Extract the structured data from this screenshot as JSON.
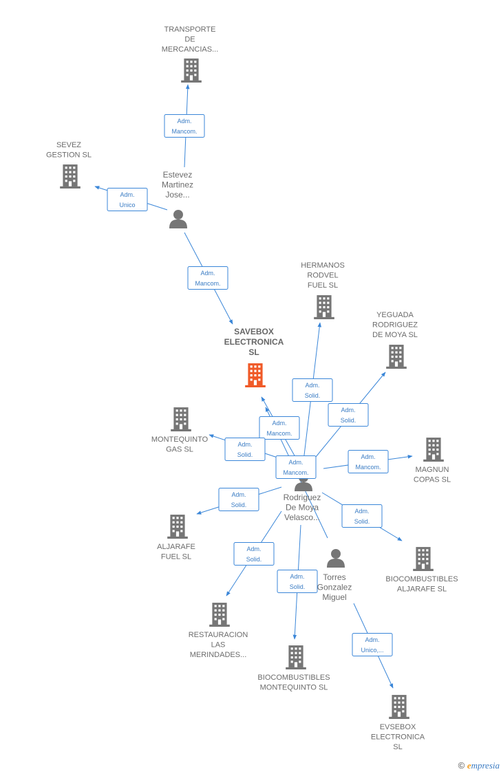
{
  "colors": {
    "edge": "#3a86d8",
    "node_company": "#767676",
    "node_main": "#f05a28",
    "node_person": "#767676",
    "label": "#6b6b6b"
  },
  "nodes": [
    {
      "id": "transporte",
      "kind": "company",
      "lines": [
        "TRANSPORTE",
        "DE",
        "MERCANCIAS..."
      ]
    },
    {
      "id": "sevez",
      "kind": "company",
      "lines": [
        "SEVEZ",
        "GESTION  SL"
      ]
    },
    {
      "id": "estevez",
      "kind": "person",
      "lines": [
        "Estevez",
        "Martinez",
        "Jose..."
      ]
    },
    {
      "id": "hermanos",
      "kind": "company",
      "lines": [
        "HERMANOS",
        "RODVEL",
        "FUEL  SL"
      ]
    },
    {
      "id": "yeguada",
      "kind": "company",
      "lines": [
        "YEGUADA",
        "RODRIGUEZ",
        "DE MOYA SL"
      ]
    },
    {
      "id": "savebox",
      "kind": "main",
      "lines": [
        "SAVEBOX",
        "ELECTRONICA",
        "SL"
      ]
    },
    {
      "id": "montequinto",
      "kind": "company",
      "lines": [
        "MONTEQUINTO",
        "GAS  SL"
      ]
    },
    {
      "id": "magnun",
      "kind": "company",
      "lines": [
        "MAGNUN",
        "COPAS SL"
      ]
    },
    {
      "id": "rodriguez",
      "kind": "person",
      "lines": [
        "Rodriguez",
        "De Moya",
        "Velasco..."
      ]
    },
    {
      "id": "aljarafe_fuel",
      "kind": "company",
      "lines": [
        "ALJARAFE",
        "FUEL  SL"
      ]
    },
    {
      "id": "bio_aljarafe",
      "kind": "company",
      "lines": [
        "BIOCOMBUSTIBLES",
        "ALJARAFE SL"
      ]
    },
    {
      "id": "torres",
      "kind": "person",
      "lines": [
        "Torres",
        "Gonzalez",
        "Miguel"
      ]
    },
    {
      "id": "restauracion",
      "kind": "company",
      "lines": [
        "RESTAURACION",
        "LAS",
        "MERINDADES..."
      ]
    },
    {
      "id": "bio_montequinto",
      "kind": "company",
      "lines": [
        "BIOCOMBUSTIBLES",
        "MONTEQUINTO SL"
      ]
    },
    {
      "id": "evsebox",
      "kind": "company",
      "lines": [
        "EVSEBOX",
        "ELECTRONICA",
        "SL"
      ]
    }
  ],
  "edges": [
    {
      "from": "estevez",
      "to": "transporte",
      "lines": [
        "Adm.",
        "Mancom."
      ]
    },
    {
      "from": "estevez",
      "to": "sevez",
      "lines": [
        "Adm.",
        "Unico"
      ]
    },
    {
      "from": "estevez",
      "to": "savebox",
      "lines": [
        "Adm.",
        "Mancom."
      ]
    },
    {
      "from": "rodriguez",
      "to": "hermanos",
      "lines": [
        "Adm.",
        "Solid."
      ]
    },
    {
      "from": "rodriguez",
      "to": "yeguada",
      "lines": [
        "Adm.",
        "Solid."
      ]
    },
    {
      "from": "rodriguez",
      "to": "savebox",
      "lines": [
        "Adm.",
        "Mancom."
      ]
    },
    {
      "from": "rodriguez",
      "to": "montequinto",
      "lines": [
        "Adm.",
        "Solid."
      ]
    },
    {
      "from": "torres",
      "to": "savebox",
      "lines": [
        "Adm.",
        "Mancom."
      ]
    },
    {
      "from": "rodriguez",
      "to": "magnun",
      "lines": [
        "Adm.",
        "Mancom."
      ]
    },
    {
      "from": "rodriguez",
      "to": "aljarafe_fuel",
      "lines": [
        "Adm.",
        "Solid."
      ]
    },
    {
      "from": "rodriguez",
      "to": "bio_aljarafe",
      "lines": [
        "Adm.",
        "Solid."
      ]
    },
    {
      "from": "rodriguez",
      "to": "restauracion",
      "lines": [
        "Adm.",
        "Solid."
      ]
    },
    {
      "from": "rodriguez",
      "to": "bio_montequinto",
      "lines": [
        "Adm.",
        "Solid."
      ]
    },
    {
      "from": "torres",
      "to": "evsebox",
      "lines": [
        "Adm.",
        "Unico,..."
      ]
    }
  ],
  "footer": {
    "copyright_symbol": "©",
    "brand_initial": "e",
    "brand_rest": "mpresia"
  }
}
